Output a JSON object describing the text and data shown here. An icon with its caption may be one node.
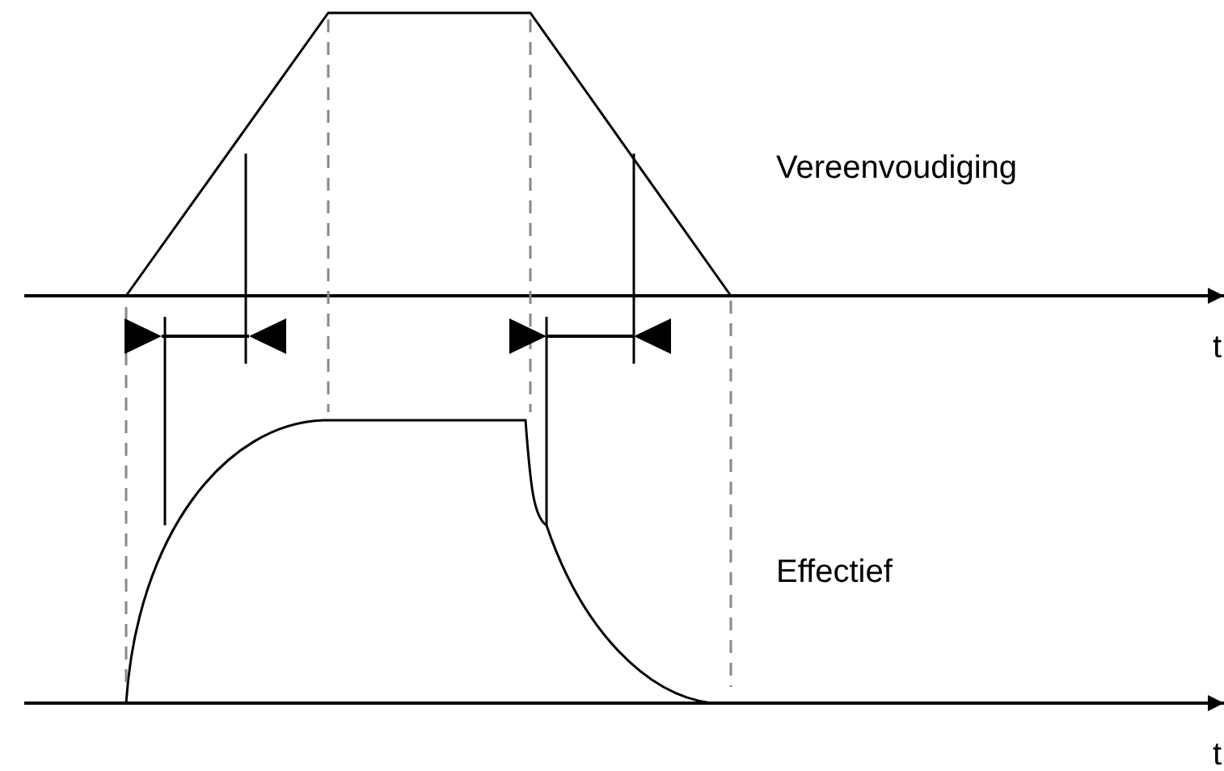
{
  "diagram": {
    "labels": [
      "Vereenvoudiging",
      "t",
      "Effectief",
      "t"
    ]
  }
}
